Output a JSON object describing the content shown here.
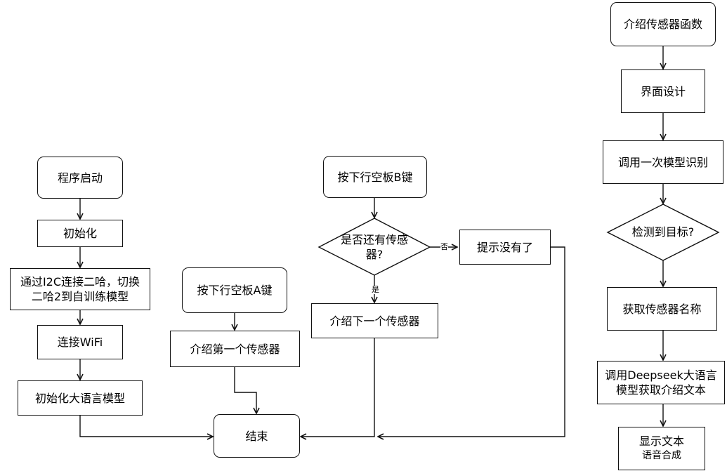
{
  "nodes": {
    "start": "程序启动",
    "init": "初始化",
    "i2c": "通过I2C连接二哈，切换二哈2到自训练模型",
    "wifi": "连接WiFi",
    "llm_init": "初始化大语言模型",
    "end": "结束",
    "key_a": "按下行空板A键",
    "intro_first": "介绍第一个传感器",
    "key_b": "按下行空板B键",
    "has_more": "是否还有传感器?",
    "no_more": "提示没有了",
    "intro_next": "介绍下一个传感器",
    "func_title": "介绍传感器函数",
    "ui_design": "界面设计",
    "call_model": "调用一次模型识别",
    "detected": "检测到目标?",
    "get_name": "获取传感器名称",
    "call_deepseek": "调用Deepseek大语言模型获取介绍文本",
    "show_text_line1": "显示文本",
    "show_text_line2": "语音合成"
  },
  "edge_labels": {
    "no": "否",
    "yes": "是"
  }
}
